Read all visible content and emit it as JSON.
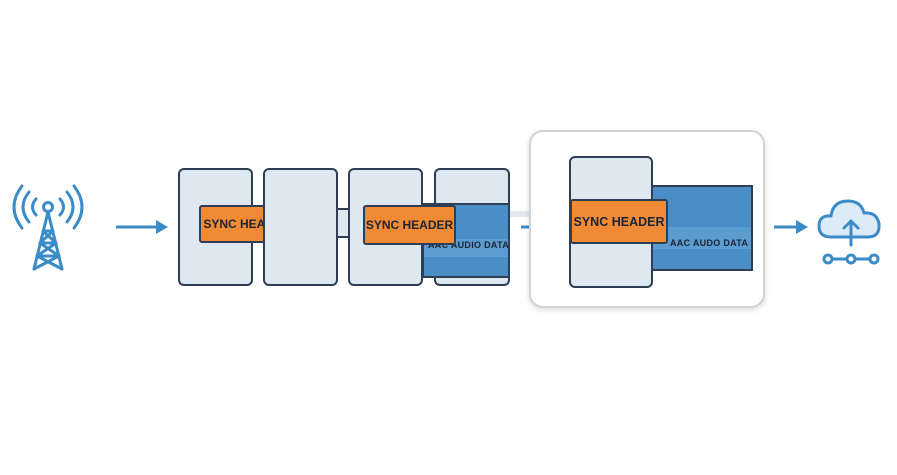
{
  "colors": {
    "accent_blue": "#3a8cc8",
    "frame_fill": "#dfe8f1",
    "outline": "#2e3f55",
    "sync_orange": "#f08a35",
    "aac_blue": "#5a9bd0"
  },
  "icons": {
    "source": "radio-tower-icon",
    "destination": "cloud-upload-network-icon"
  },
  "frames": {
    "sync_label_1": "SYNC HEADER",
    "sync_label_2": "SYNC HEADER",
    "aac_label_partial": "AAC AUDIO DATA",
    "highlight": {
      "sync_label": "SYNC HEADER",
      "aac_label": "AAC AUDO DATA"
    }
  }
}
